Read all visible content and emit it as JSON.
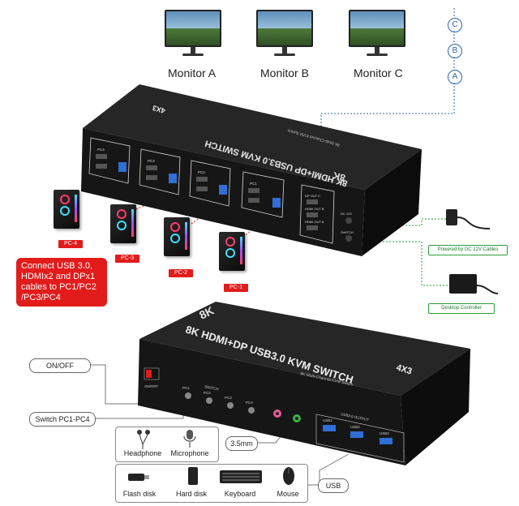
{
  "monitors": [
    {
      "label": "Monitor A"
    },
    {
      "label": "Monitor B"
    },
    {
      "label": "Monitor C"
    }
  ],
  "port_circles": [
    "C",
    "B",
    "A"
  ],
  "top_device": {
    "title": "8K HDMI+DP USB3.0 KVM SWITCH",
    "model": "4X3",
    "subtitle": "8K Multi-Channel KVM Switch",
    "logo": "8K",
    "input_ports": [
      "PC4",
      "PC3",
      "PC2",
      "PC1"
    ],
    "output_ports": [
      "DP OUT C",
      "HDMI OUT B",
      "HDMI OUT A"
    ],
    "side_ports": [
      "DC 12V",
      "SWITCH"
    ]
  },
  "pcs": [
    {
      "tag": "PC-4"
    },
    {
      "tag": "PC-3"
    },
    {
      "tag": "PC-2"
    },
    {
      "tag": "PC-1"
    }
  ],
  "connect_note": "Connect USB 3.0, HDMIx2 and DPx1 cables to PC1/PC2 /PC3/PC4",
  "power_label": "Powered by DC 12V Cables",
  "controller_label": "Desktop Controller",
  "bottom_device": {
    "title": "8K HDMI+DP USB3.0 KVM SWITCH",
    "model": "4X3",
    "subtitle": "8K Multi-Channel KVM Switch",
    "logo": "8K",
    "switch_label": "SWITCH",
    "on_off_small": "ON/OFF",
    "pc_buttons": [
      "PC1",
      "PC2",
      "PC3",
      "PC4"
    ],
    "usb_output_label": "USB3.0 OUTPUT",
    "usb_ports": [
      "USB1",
      "USB2",
      "USB3"
    ]
  },
  "callouts": {
    "on_off": "ON/OFF",
    "switch_pc": "Switch PC1-PC4",
    "audio": "3.5mm",
    "usb": "USB"
  },
  "peripherals_audio": [
    {
      "label": "Headphone",
      "icon": "earphone-icon"
    },
    {
      "label": "Microphone",
      "icon": "microphone-icon"
    }
  ],
  "peripherals_usb": [
    {
      "label": "Flash disk",
      "icon": "flash-disk-icon"
    },
    {
      "label": "Hard disk",
      "icon": "hard-disk-icon"
    },
    {
      "label": "Keyboard",
      "icon": "keyboard-icon"
    },
    {
      "label": "Mouse",
      "icon": "mouse-icon"
    }
  ],
  "colors": {
    "accent_red": "#e21b1b",
    "accent_blue": "#2a64b0",
    "accent_green": "#2a9d3a",
    "device_body": "#1e1e1e"
  }
}
